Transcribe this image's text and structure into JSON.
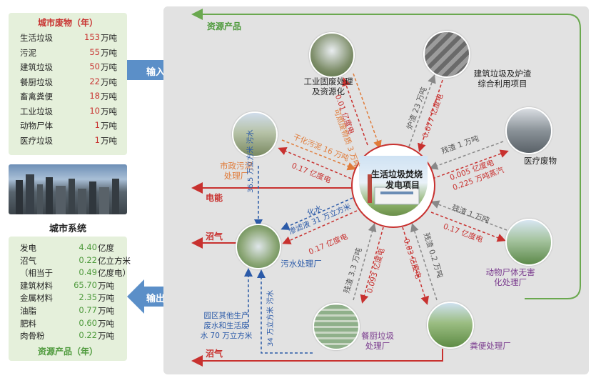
{
  "colors": {
    "panel_green": "#e5f0db",
    "red": "#c8312f",
    "green_text": "#4e9a3c",
    "purple": "#7a3b8e",
    "blue": "#2b5aa8",
    "orange": "#e07b39",
    "gray_panel": "#e2e2e2"
  },
  "waste_panel": {
    "title": "城市废物（年）",
    "rows": [
      {
        "name": "生活垃圾",
        "value": "153",
        "unit": "万吨"
      },
      {
        "name": "污泥",
        "value": "55",
        "unit": "万吨"
      },
      {
        "name": "建筑垃圾",
        "value": "50",
        "unit": "万吨"
      },
      {
        "name": "餐厨垃圾",
        "value": "22",
        "unit": "万吨"
      },
      {
        "name": "畜禽粪便",
        "value": "18",
        "unit": "万吨"
      },
      {
        "name": "工业垃圾",
        "value": "10",
        "unit": "万吨"
      },
      {
        "name": "动物尸体",
        "value": "1",
        "unit": "万吨"
      },
      {
        "name": "医疗垃圾",
        "value": "1",
        "unit": "万吨"
      }
    ]
  },
  "city_system_label": "城市系统",
  "products_panel": {
    "rows": [
      {
        "name": "发电",
        "value": "4.40",
        "unit": "亿度"
      },
      {
        "name": "沼气",
        "value": "0.22",
        "unit": "亿立方米"
      },
      {
        "name": "（相当于",
        "value": "0.49",
        "unit": "亿度电）"
      },
      {
        "name": "建筑材料",
        "value": "65.70",
        "unit": "万吨"
      },
      {
        "name": "金属材料",
        "value": "2.35",
        "unit": "万吨"
      },
      {
        "name": "油脂",
        "value": "0.77",
        "unit": "万吨"
      },
      {
        "name": "肥料",
        "value": "0.60",
        "unit": "万吨"
      },
      {
        "name": "肉骨粉",
        "value": "0.22",
        "unit": "万吨"
      }
    ],
    "title": "资源产品（年）"
  },
  "arrows": {
    "input": "输入",
    "output": "输出"
  },
  "diagram": {
    "top_label": "资源产品",
    "left_labels": {
      "power": "电能",
      "biogas1": "沼气",
      "biogas2": "沼气"
    },
    "center": {
      "line1": "生活垃圾焚烧",
      "line2": "发电项目"
    },
    "nodes": {
      "industrial": [
        "工业固废处理",
        "及资源化"
      ],
      "construction": [
        "建筑垃圾及炉渣",
        "综合利用项目"
      ],
      "medical": "医疗废物",
      "sludge": [
        "市政污泥",
        "处理厂"
      ],
      "sewage": "污水处理厂",
      "animal": [
        "动物尸体无害",
        "化处理厂"
      ],
      "kitchen": [
        "餐厨垃圾",
        "处理厂"
      ],
      "manure": "粪便处理厂"
    },
    "flows": {
      "industrial_in": "可燃废物质 3 万吨",
      "industrial_out": "0.01 亿度电",
      "construction_in": "炉渣 23 万吨",
      "construction_out": "0.077 亿度电",
      "medical_in": "残渣 1 万吨",
      "medical_out1": "0.005 亿度电",
      "medical_out2": "0.225 万吨蒸汽",
      "sludge_in": "干化污泥 16 万吨",
      "sludge_out": "0.17 亿度电",
      "sludge_water": "36.5 万立方米 污水",
      "sewage_a": "化水",
      "sewage_b": "渗滤液 31 万立方米",
      "sewage_out": "0.17 亿度电",
      "animal_in": "残渣 1 万吨",
      "animal_out": "0.17 亿度电",
      "kitchen_in": "残渣 3.3 万吨",
      "kitchen_out": "0.093 亿度电",
      "manure_in": "残渣 0.2 万吨",
      "manure_out": "0.03 亿度电",
      "park": [
        "园区其他生产",
        "废水和生活废",
        "水 70 万立方米"
      ],
      "sewage34": "34 万立方米 污水"
    }
  }
}
